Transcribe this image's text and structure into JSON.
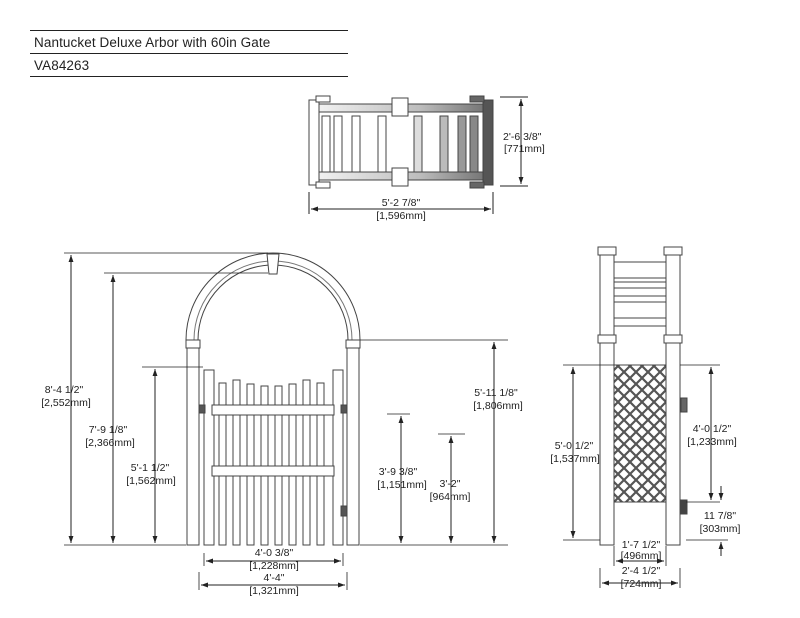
{
  "title": {
    "product_name": "Nantucket Deluxe Arbor with 60in Gate",
    "model_number": "VA84263"
  },
  "dimensions": {
    "top_depth": {
      "imperial": "2'-6 3/8\"",
      "metric": "[771mm]"
    },
    "top_width": {
      "imperial": "5'-2 7/8\"",
      "metric": "[1,596mm]"
    },
    "overall_height": {
      "imperial": "8'-4 1/2\"",
      "metric": "[2,552mm]"
    },
    "arch_height": {
      "imperial": "7'-9 1/8\"",
      "metric": "[2,366mm]"
    },
    "gate_height": {
      "imperial": "5'-1 1/2\"",
      "metric": "[1,562mm]"
    },
    "post_height": {
      "imperial": "5'-11 1/8\"",
      "metric": "[1,806mm]"
    },
    "rail_height_upper": {
      "imperial": "3'-9 3/8\"",
      "metric": "[1,151mm]"
    },
    "rail_height_lower": {
      "imperial": "3'-2\"",
      "metric": "[964mm]"
    },
    "gate_width": {
      "imperial": "4'-0 3/8\"",
      "metric": "[1,228mm]"
    },
    "opening_width": {
      "imperial": "4'-4\"",
      "metric": "[1,321mm]"
    },
    "side_panel_height": {
      "imperial": "5'-0 1/2\"",
      "metric": "[1,537mm]"
    },
    "lattice_height": {
      "imperial": "4'-0 1/2\"",
      "metric": "[1,233mm]"
    },
    "lattice_bottom_gap": {
      "imperial": "11 7/8\"",
      "metric": "[303mm]"
    },
    "side_panel_width": {
      "imperial": "1'-7 1/2\"",
      "metric": "[496mm]"
    },
    "side_overall_width": {
      "imperial": "2'-4 1/2\"",
      "metric": "[724mm]"
    }
  }
}
